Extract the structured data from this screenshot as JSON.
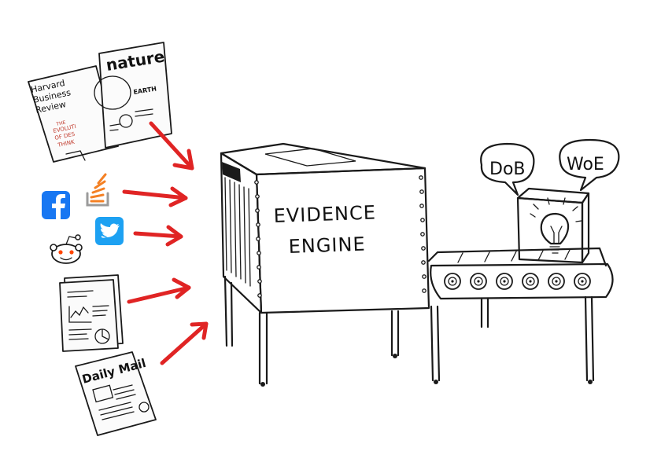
{
  "sources": {
    "hbr_title": "Harvard Business Review",
    "hbr_line1": "Harvard",
    "hbr_line2": "Business",
    "hbr_line3": "Review",
    "hbr_headline": "THE EVOLUTION OF DESIGN THINKING",
    "hbr_head1": "THE",
    "hbr_head2": "EVOLUTI",
    "hbr_head3": "OF DES",
    "hbr_head4": "THINK",
    "nature_title": "nature",
    "nature_cover": "EARTH",
    "daily_mail_title": "Daily Mail",
    "social": [
      "facebook-icon",
      "stackoverflow-icon",
      "reddit-icon",
      "twitter-icon"
    ]
  },
  "engine": {
    "line1": "EVIDENCE",
    "line2": "ENGINE"
  },
  "outputs": {
    "bubble_left": "DoB",
    "bubble_right": "WoE"
  },
  "colors": {
    "arrow": "#e02424",
    "facebook": "#1877f2",
    "twitter": "#1da1f2",
    "stackoverflow": "#f48024",
    "reddit": "#ff4500"
  }
}
